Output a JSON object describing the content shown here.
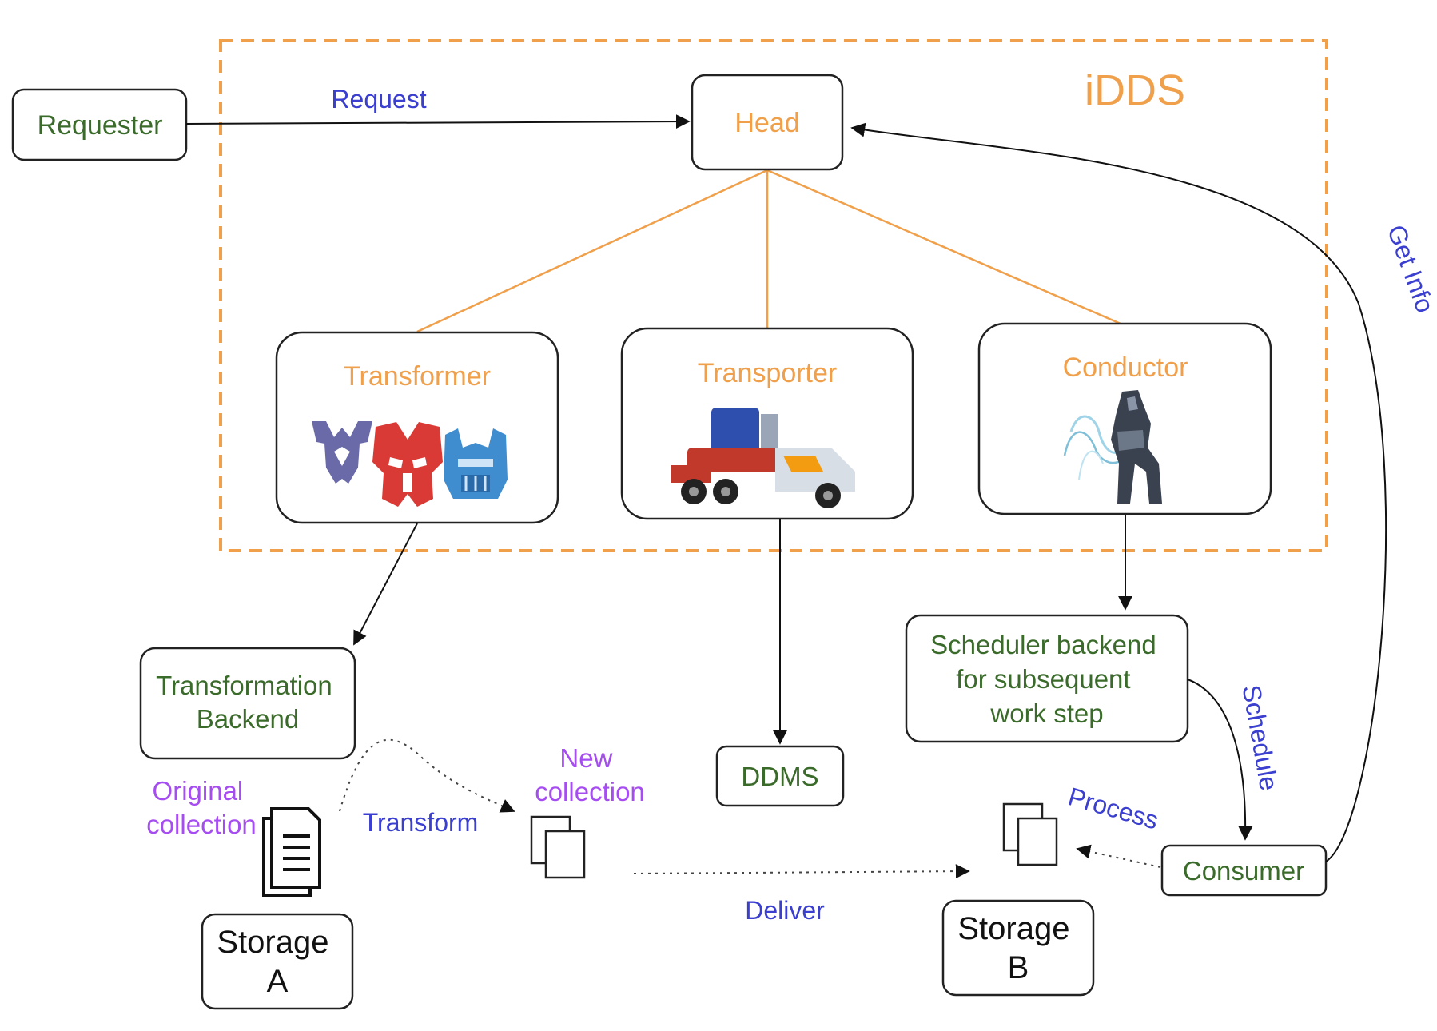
{
  "boundary": {
    "label": "iDDS"
  },
  "nodes": {
    "requester": "Requester",
    "head": "Head",
    "transformer": "Transformer",
    "transporter": "Transporter",
    "conductor": "Conductor",
    "transformation_backend": [
      "Transformation",
      "Backend"
    ],
    "ddms": "DDMS",
    "scheduler_backend": [
      "Scheduler backend",
      "for subsequent",
      "work step"
    ],
    "consumer": "Consumer",
    "storage_a": [
      "Storage",
      "A"
    ],
    "storage_b": [
      "Storage",
      "B"
    ]
  },
  "edge_labels": {
    "request": "Request",
    "get_info": "Get Info",
    "schedule": "Schedule",
    "transform": "Transform",
    "deliver": "Deliver",
    "process": "Process"
  },
  "collection_labels": {
    "original": [
      "Original",
      "collection"
    ],
    "new": [
      "New",
      "collection"
    ]
  },
  "icons": {
    "transformer": [
      "decepticon-logo-icon",
      "autobot-logo-icon",
      "optimus-prime-head-icon"
    ],
    "transporter": "truck-icon",
    "conductor": "robot-figure-icon",
    "original_collection": "document-stack-icon",
    "new_collection": "pages-stack-icon",
    "storage_b_collection": "pages-stack-icon"
  },
  "colors": {
    "idds_orange": "#f0a04b",
    "green_text": "#3a6b2a",
    "blue_text": "#3b3fcf",
    "purple_text": "#a64df2",
    "box_border": "#222222"
  }
}
